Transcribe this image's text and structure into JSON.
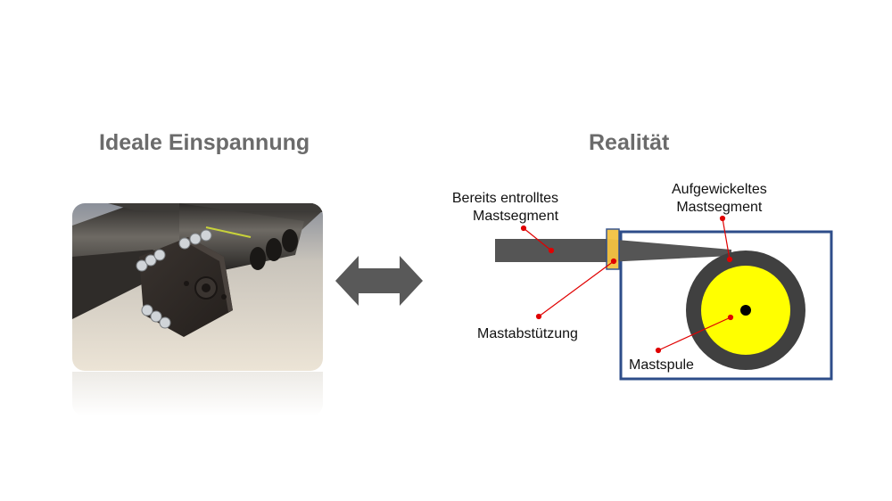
{
  "titles": {
    "left": "Ideale Einspannung",
    "right": "Realität"
  },
  "photo": {
    "subject": "mast-clamp-photo"
  },
  "labels": {
    "segment_unrolled": [
      "Bereits entrolltes",
      "Mastsegment"
    ],
    "segment_wound": [
      "Aufgewickeltes",
      "Mastsegment"
    ],
    "support": "Mastabstützung",
    "spool": "Mastspule"
  },
  "colors": {
    "title": "#6b6b6b",
    "box_border": "#2e4d8a",
    "mast": "#555555",
    "spool_outer": "#404040",
    "spool_inner": "#ffff00",
    "support": "#f4c242",
    "leader": "#e00000",
    "arrow": "#595959"
  },
  "icons": {
    "arrow": "double-arrow-horizontal-icon"
  }
}
